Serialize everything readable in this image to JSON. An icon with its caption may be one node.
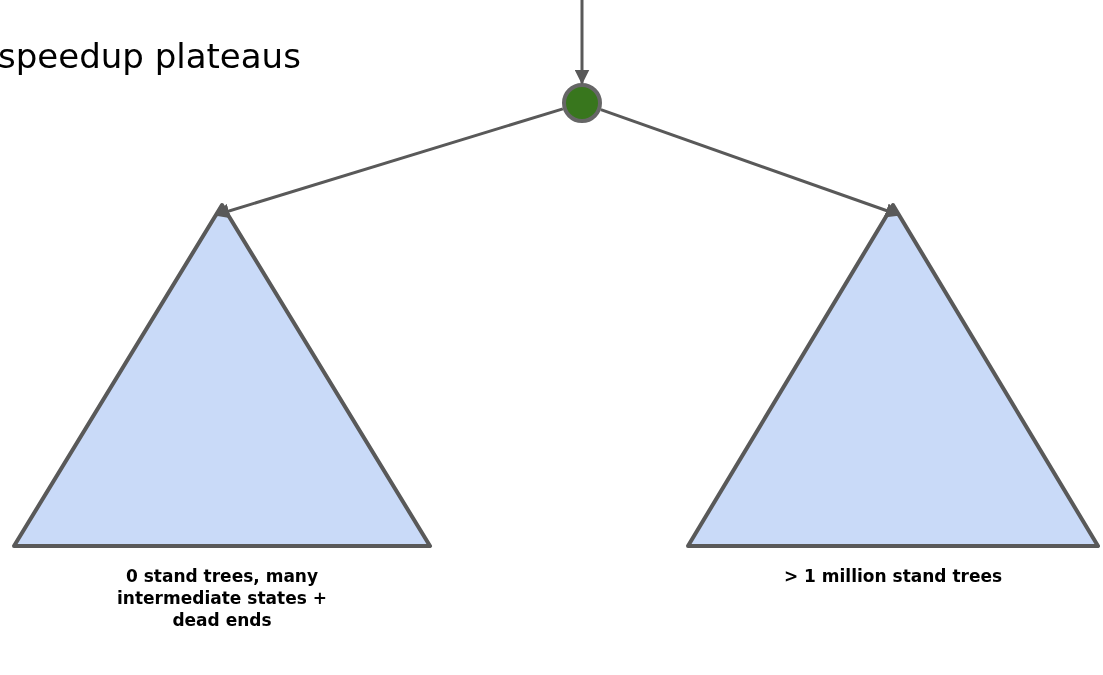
{
  "diagram": {
    "title": "speedup plateaus",
    "nodes": [
      {
        "text": [],
        "shape": "circle"
      },
      {
        "text": [],
        "shape": "triangle",
        "beside": [
          "0 stand trees, many intermediate states + dead ends"
        ]
      },
      {
        "text": [],
        "shape": "triangle",
        "beside": [
          "> 1 million stand trees"
        ]
      }
    ],
    "edges": [
      {
        "from": null,
        "to": 0,
        "arrow": "to"
      },
      {
        "from": 0,
        "to": 1,
        "arrow": "to"
      },
      {
        "from": 0,
        "to": 2,
        "arrow": "to"
      }
    ]
  }
}
